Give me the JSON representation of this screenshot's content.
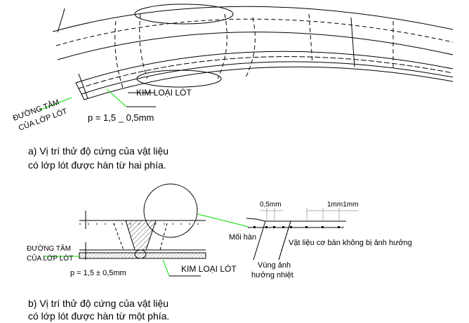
{
  "figure_a": {
    "label_center_line_1": "ĐƯỜNG TÂM",
    "label_center_line_2": "CỦA LỚP LÓT",
    "label_lining_metal": "KIM LOẠI LÓT",
    "thickness_formula": "p = 1,5 _ 0,5mm",
    "caption_line_1": "a) Vị trí thử độ cứng của vật liệu",
    "caption_line_2": "có lớp lót được hàn từ hai phía."
  },
  "figure_b": {
    "label_center_line_1": "ĐƯỜNG TÂM",
    "label_center_line_2": "CỦA LỚP LÓT",
    "label_lining_metal": "KIM LOẠI LÓT",
    "thickness_formula": "p = 1,5 ± 0,5mm",
    "dim_small": "0,5mm",
    "dim_large": "1mm1mm",
    "label_weld": "Mối hàn",
    "label_base_metal": "Vật liệu cơ bản không bị ảnh hưởng",
    "label_haz_1": "Vùng ảnh",
    "label_haz_2": "hưởng nhiệt",
    "caption_line_1": "b) Vị trí thử độ cứng của vật liệu",
    "caption_line_2": "có lớp lót được hàn từ một phía."
  },
  "colors": {
    "leader": "#00e000",
    "line": "#000000",
    "dim": "#b0b0b0"
  }
}
